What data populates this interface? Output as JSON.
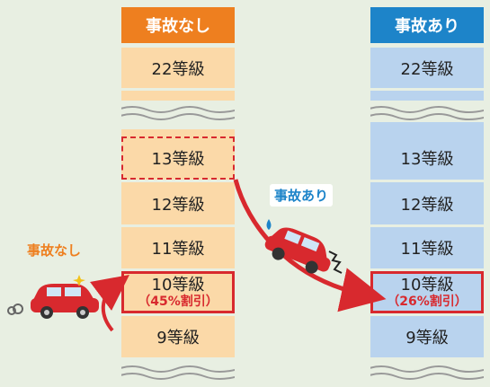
{
  "left_column": {
    "header": "事故なし",
    "grades": [
      "22等級",
      "13等級",
      "12等級",
      "11等級",
      "10等級",
      "9等級"
    ],
    "discount": "（45%割引）"
  },
  "right_column": {
    "header": "事故あり",
    "grades": [
      "22等級",
      "13等級",
      "12等級",
      "11等級",
      "10等級",
      "9等級"
    ],
    "discount": "（26%割引）"
  },
  "labels": {
    "no_accident": "事故なし",
    "with_accident": "事故あり"
  },
  "colors": {
    "orange": "#ee7f1f",
    "blue": "#1d84c9",
    "peach": "#fbd9a8",
    "light_blue": "#b9d3ee",
    "red": "#d8292e"
  },
  "icons": [
    "car-icon",
    "crashed-car-icon",
    "exhaust-icon"
  ]
}
